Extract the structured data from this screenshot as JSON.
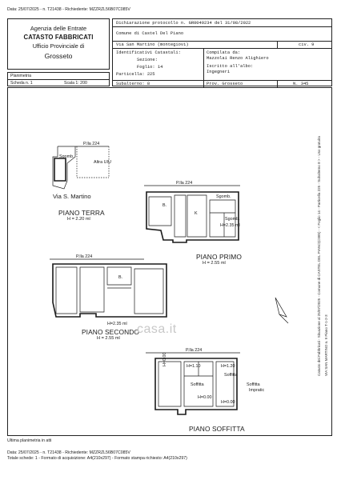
{
  "header": {
    "top_stamp": "Data: 25/07/2025 - n. T21438 - Richiedente: MZZRZL56B07C085V"
  },
  "office": {
    "line1": "Agenzia delle Entrate",
    "line2": "CATASTO FABBRICATI",
    "line3": "Ufficio Provinciale di",
    "line4": "Grosseto"
  },
  "declaration": {
    "protocol_label": "Dichiarazione protocollo n.",
    "protocol_value": "GR0049234",
    "date_label": "del",
    "date_value": "31/08/2022",
    "comune": "Comune di Castel Del Piano",
    "address": "Via San Martino (montegiovi)",
    "civ": "civ. 9",
    "identifiers_label": "Identificativi Catastali:",
    "sezione": "Sezione:",
    "foglio": "Foglio: 14",
    "particella": "Particella: 225",
    "subalterno": "Subalterno: 8",
    "compilata_label": "Compilata da:",
    "compilata_value": "Mazzolai Renzo Alighiero",
    "iscritto_label": "Iscritto all'albo:",
    "iscritto_value": "Ingegneri",
    "prov": "Prov. Grosseto",
    "number": "N. 345"
  },
  "scheda": {
    "title": "Planimetria",
    "scheda": "Scheda n. 1",
    "scala": "Scala 1: 200"
  },
  "plans": {
    "pt_pla": "P.lla 224",
    "pt_sgomb": "Sgomb.",
    "pt_altra": "Altra UIU",
    "street": "Via S. Martino",
    "pt_title": "PIANO TERRA",
    "pt_h": "H = 2.20 ml",
    "pp_pla": "P.lla 224",
    "pp_sgomb": "Sgomb.",
    "pp_b": "B.",
    "pp_k": "K",
    "pp_sgomb2": "Sgomb.",
    "pp_h2": "H=2.35 ml",
    "pp_title": "PIANO PRIMO",
    "pp_h": "H = 2.55 ml",
    "ps_pla": "P.lla 224",
    "ps_b": "B.",
    "ps_h2": "H=2.35 ml",
    "ps_title": "PIANO SECONDO",
    "ps_h": "H = 2.55 ml",
    "sf_pla": "P.lla 224",
    "sf_h110": "H=1.10",
    "sf_h120": "H=1.20",
    "sf_h000a": "H=0.00",
    "sf_h000b": "H=0.00",
    "sf_h000c": "H=0.00",
    "sf_soffitta1": "Soffitta",
    "sf_soffitta2": "Soffitta",
    "sf_soffitta3": "Soffitta",
    "sf_impratic": "Impratic",
    "sf_title": "PIANO SOFFITTA"
  },
  "watermark": "casa.it",
  "side_note_1": "Catasto dei Fabbricati - Situazione al 25/07/2025 - Comune di CASTEL DEL PIANO(C085) - < Foglio 14 - Particella 225 - Subalterno 8 > - Uso gratuita",
  "side_note_2": "VIA SAN MARTINO n. 9 Piano T-1-2-3",
  "footer": {
    "last": "Ultima planimetria in atti",
    "stamp": "Data: 25/07/2025 - n. T21438 - Richiedente: MZZRZL56B07C085V",
    "totals": "Totale schede: 1 - Formato di acquisizione: A4(210x297) - Formato stampa richiesto: A4(210x297)"
  }
}
